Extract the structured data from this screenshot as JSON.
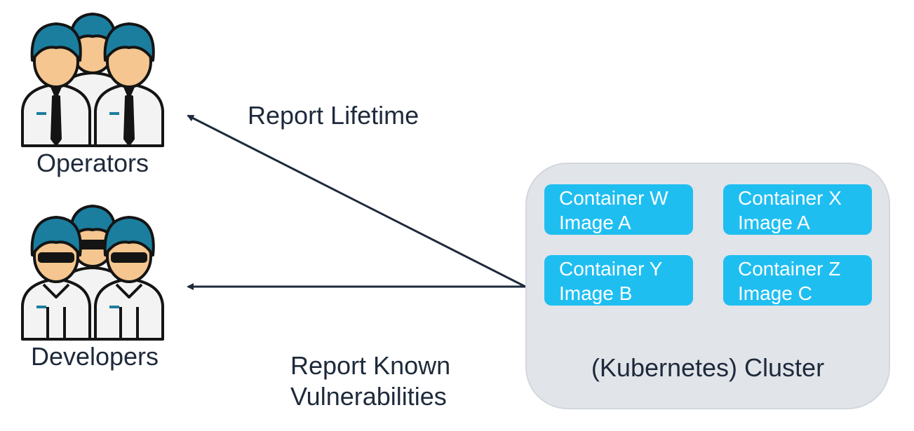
{
  "groups": {
    "operators": {
      "label": "Operators",
      "icon": "operators-group-icon"
    },
    "developers": {
      "label": "Developers",
      "icon": "developers-group-icon"
    }
  },
  "edges": {
    "lifetime": {
      "label": "Report Lifetime"
    },
    "vulnerabilities": {
      "line1": "Report Known",
      "line2": "Vulnerabilities"
    }
  },
  "cluster": {
    "label": "(Kubernetes) Cluster",
    "containers": [
      {
        "name": "Container W",
        "image": "Image A"
      },
      {
        "name": "Container X",
        "image": "Image A"
      },
      {
        "name": "Container Y",
        "image": "Image B"
      },
      {
        "name": "Container Z",
        "image": "Image C"
      }
    ]
  },
  "colors": {
    "container": "#1fbef1",
    "cluster_bg": "#e1e4e9",
    "text": "#1e2a3b",
    "arrow": "#1e2a3b",
    "hair": "#1b7e9f",
    "skin": "#f5c68f",
    "shirt": "#f3f3f3"
  }
}
